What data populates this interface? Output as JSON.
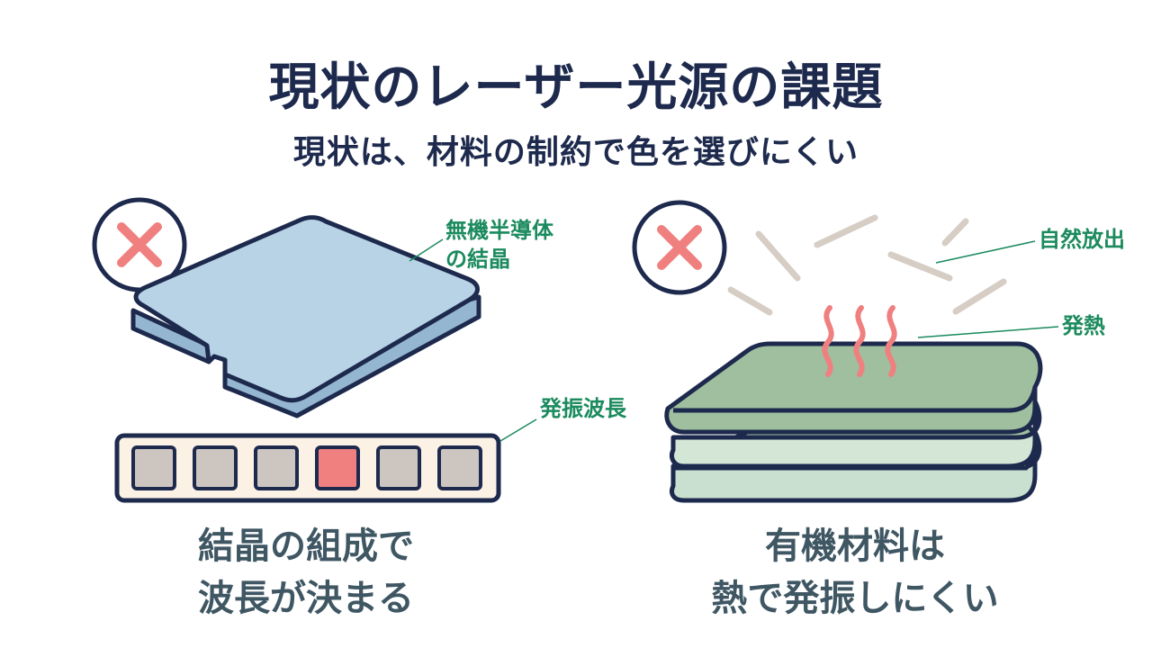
{
  "header": {
    "title": "現状のレーザー光源の課題",
    "subtitle": "現状は、材料の制約で色を選びにくい"
  },
  "left_panel": {
    "crystal_label_line1": "無機半導体",
    "crystal_label_line2": "の結晶",
    "wavelength_label": "発振波長",
    "caption_line1": "結晶の組成で",
    "caption_line2": "波長が決まる",
    "status_icon": "cross-icon"
  },
  "right_panel": {
    "emission_label": "自然放出",
    "heat_label": "発熱",
    "caption_line1": "有機材料は",
    "caption_line2": "熱で発振しにくい",
    "status_icon": "cross-icon"
  },
  "colors": {
    "navy": "#1d2a4d",
    "cross_red": "#f08080",
    "label_green": "#1b8a5e",
    "crystal_blue": "#b8d3e6",
    "organic_green": "#9fbf9f",
    "cell_gray": "#cdc6c0",
    "cell_selected": "#f08080",
    "caption_gray": "#3f5663"
  }
}
